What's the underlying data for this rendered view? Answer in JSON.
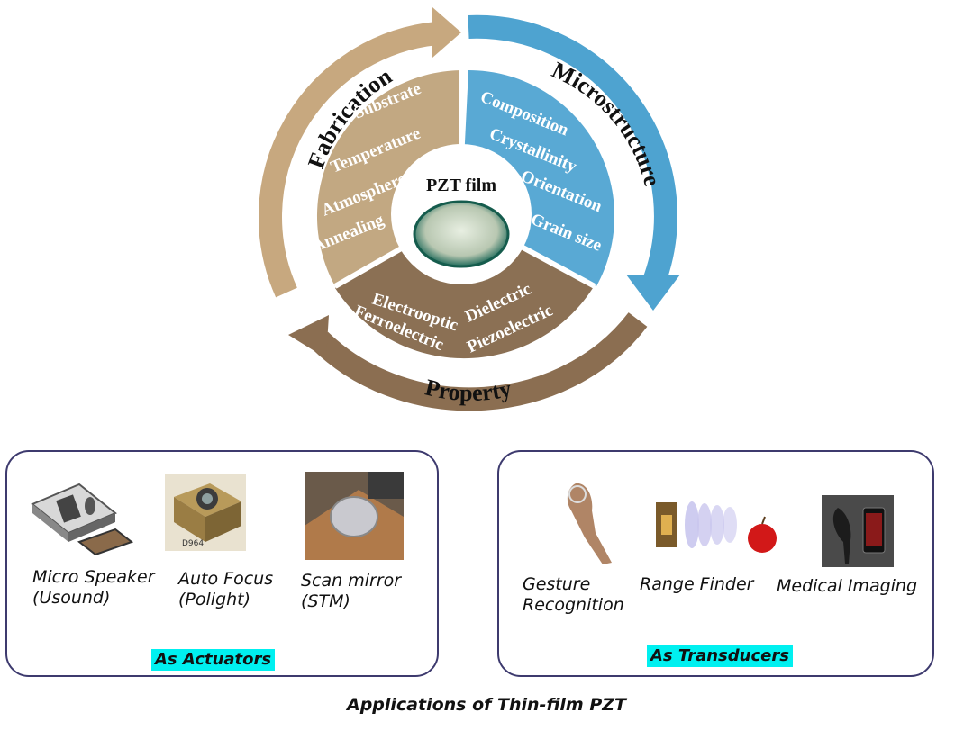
{
  "wheel": {
    "center_label": "PZT film",
    "sections": [
      {
        "title": "Fabrication",
        "items": [
          "Substrate",
          "Temperature",
          "Atmosphere",
          "Annealing"
        ],
        "color": "#c2a882"
      },
      {
        "title": "Microstructure",
        "items": [
          "Composition",
          "Crystallinity",
          "Orientation",
          "Grain size"
        ],
        "color": "#59a9d4"
      },
      {
        "title": "Property",
        "items": [
          "Electrooptic",
          "Ferroelectric",
          "Dielectric",
          "Piezoelectric"
        ],
        "color": "#8b7054"
      }
    ]
  },
  "actuators": {
    "tag": "As Actuators",
    "items": [
      {
        "label": "Micro Speaker\n(Usound)",
        "icon": "micro-speaker-image"
      },
      {
        "label": "Auto Focus\n(Polight)",
        "icon": "auto-focus-image"
      },
      {
        "label": "Scan mirror\n(STM)",
        "icon": "scan-mirror-image"
      }
    ]
  },
  "transducers": {
    "tag": "As Transducers",
    "items": [
      {
        "label": "Gesture\nRecognition",
        "icon": "hand-gesture-image"
      },
      {
        "label": "Range Finder",
        "icon": "range-finder-image"
      },
      {
        "label": "Medical Imaging",
        "icon": "medical-imaging-image"
      }
    ]
  },
  "caption": "Applications of Thin-film PZT"
}
